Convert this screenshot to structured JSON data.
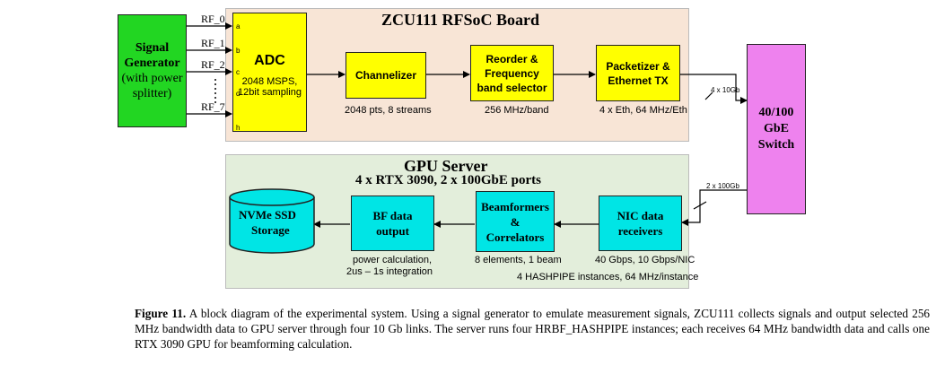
{
  "colors": {
    "fpga_region": "#f8e5d6",
    "gpu_region": "#e3eedb",
    "generator": "#22d622",
    "fpga_block": "#ffff00",
    "switch": "#ee82ee",
    "gpu_block": "#00e5e5"
  },
  "fpga": {
    "title": "ZCU111 RFSoC Board",
    "adc_title": "ADC",
    "adc_sub1": "2048 MSPS,",
    "adc_sub2": "12bit sampling",
    "pins": [
      "a",
      "b",
      "c",
      "d",
      "h"
    ],
    "channelizer": "Channelizer",
    "channelizer_note": "2048 pts, 8 streams",
    "reorder_l1": "Reorder &",
    "reorder_l2": "Frequency",
    "reorder_l3": "band selector",
    "reorder_note": "256 MHz/band",
    "packetizer_l1": "Packetizer &",
    "packetizer_l2": "Ethernet TX",
    "packetizer_note": "4 x Eth, 64 MHz/Eth"
  },
  "generator": {
    "l1": "Signal",
    "l2": "Generator",
    "l3": "(with power",
    "l4": "splitter)"
  },
  "rf": [
    "RF_0",
    "RF_1",
    "RF_2",
    "RF_7"
  ],
  "links": {
    "top": "4 x 10Gb",
    "bottom": "2 x 100Gb"
  },
  "switch": {
    "l1": "40/100",
    "l2": "GbE",
    "l3": "Switch"
  },
  "gpu": {
    "title": "GPU Server",
    "subtitle": "4 x RTX 3090, 2 x 100GbE ports",
    "nic_l1": "NIC data",
    "nic_l2": "receivers",
    "nic_note": "40 Gbps, 10 Gbps/NIC",
    "beam_l1": "Beamformers",
    "beam_l2": "&",
    "beam_l3": "Correlators",
    "beam_note": "8 elements, 1 beam",
    "bf_l1": "BF data",
    "bf_l2": "output",
    "bf_note1": "power calculation,",
    "bf_note2": "2us – 1s integration",
    "ssd_l1": "NVMe SSD",
    "ssd_l2": "Storage",
    "instances": "4 HASHPIPE instances, 64 MHz/instance"
  },
  "caption": {
    "label": "Figure 11.",
    "text": " A block diagram of the experimental system. Using a signal generator to emulate measurement signals, ZCU111 collects signals and output selected 256 MHz bandwidth data to GPU server through four 10 Gb links. The server runs four HRBF_HASHPIPE instances; each receives 64 MHz bandwidth data and calls one RTX 3090 GPU for beamforming calculation."
  }
}
